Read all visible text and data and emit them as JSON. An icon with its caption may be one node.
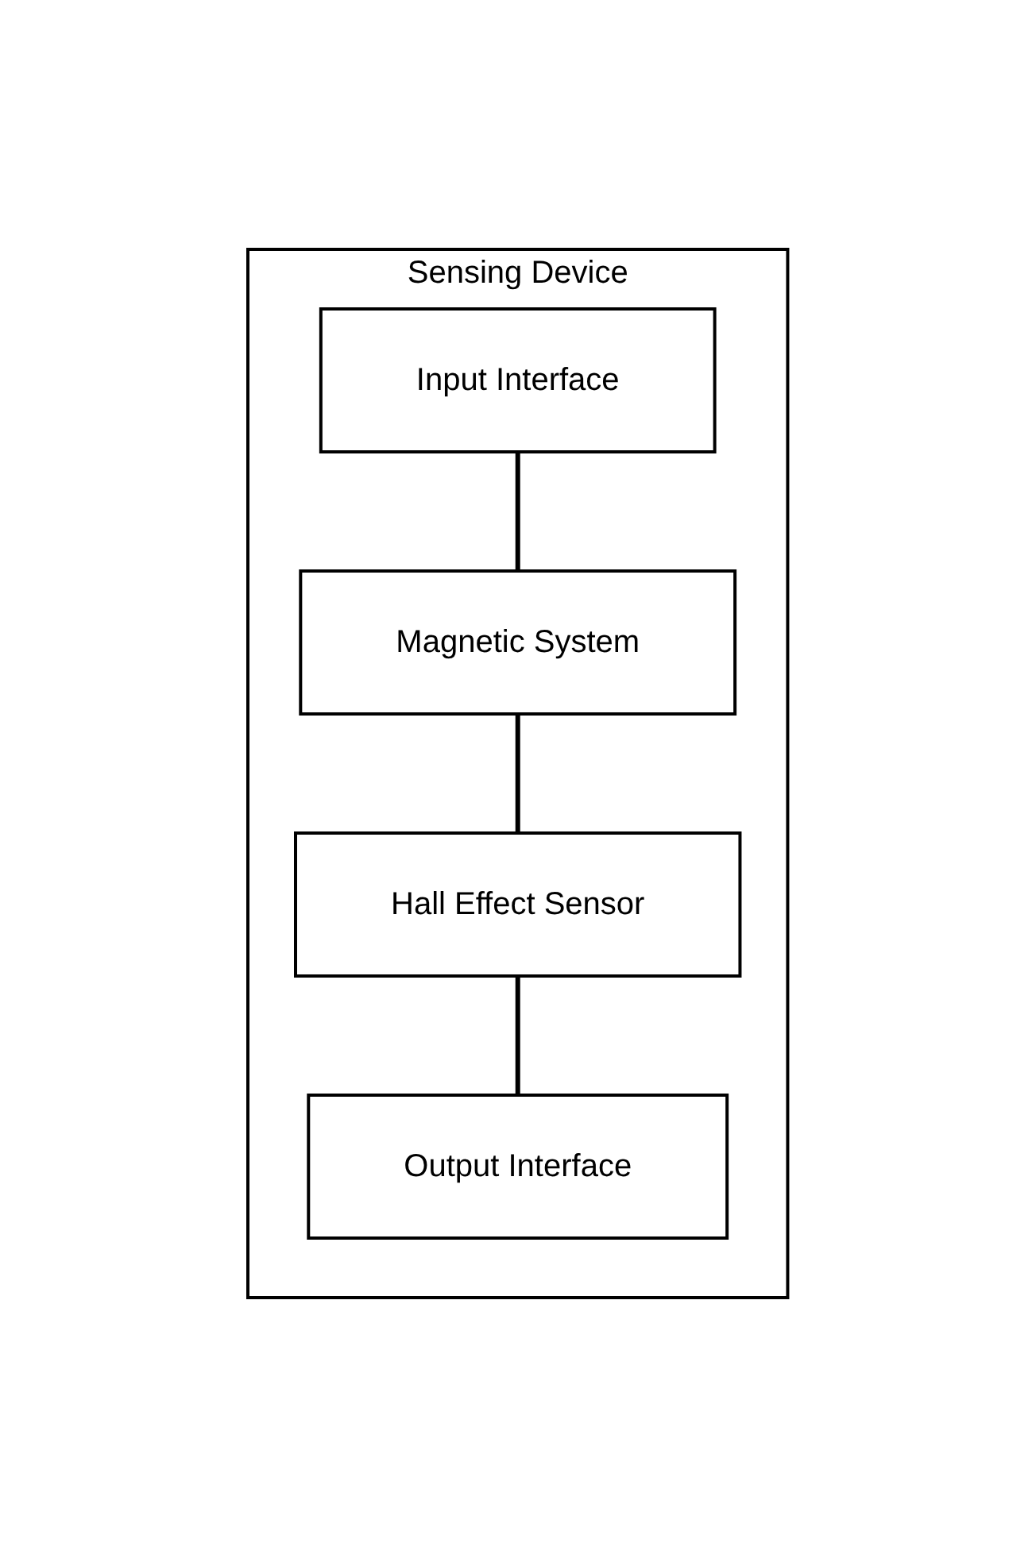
{
  "diagram": {
    "nodes": [
      {
        "text": [
          "Sensing Device"
        ]
      },
      {
        "text": [
          "Input Interface"
        ],
        "in": 0
      },
      {
        "text": [
          "Magnetic System"
        ],
        "in": 0
      },
      {
        "text": [
          "Hall Effect Sensor"
        ],
        "in": 0
      },
      {
        "text": [
          "Output Interface"
        ],
        "in": 0
      }
    ],
    "edges": [
      {
        "from": 1,
        "to": 2,
        "arrow": "none"
      },
      {
        "from": 2,
        "to": 3,
        "arrow": "none"
      },
      {
        "from": 3,
        "to": 4,
        "arrow": "none"
      }
    ]
  }
}
